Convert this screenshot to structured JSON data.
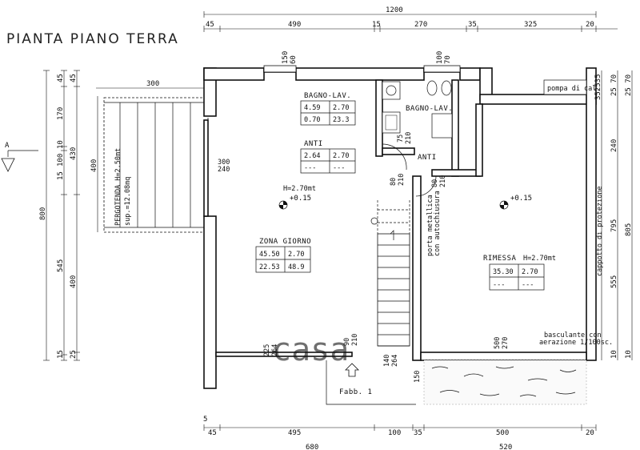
{
  "title": "PIANTA PIANO TERRA",
  "rooms": {
    "zona_giorno": {
      "name": "ZONA GIORNO",
      "cells": [
        "45.50",
        "2.70",
        "22.53",
        "48.9"
      ]
    },
    "bagno1": {
      "name": "BAGNO-LAV.",
      "cells": [
        "4.59",
        "2.70",
        "0.70",
        "23.3"
      ]
    },
    "anti1": {
      "name": "ANTI",
      "cells": [
        "2.64",
        "2.70",
        "---",
        "---"
      ]
    },
    "bagno2": {
      "name": "BAGNO-LAV."
    },
    "anti2": {
      "name": "ANTI"
    },
    "rimessa": {
      "name": "RIMESSA",
      "height": "H=2.70mt",
      "cells": [
        "35.30",
        "2.70",
        "---",
        "---"
      ]
    }
  },
  "notes": {
    "height_main": "H=2.70mt",
    "level_main": "+0.15",
    "level_rimessa": "+0.15",
    "pergotenda": "PERGOTENDA H=2.50mt",
    "pergotenda_sub": "sup.=12.08mq",
    "pompa": "pompa di cal.",
    "porta1": "porta metallica",
    "porta2": "con autochiusura",
    "basculante1": "basculante con",
    "basculante2": "aerazione 1/100sc.",
    "cappotto": "cappotto di protezione",
    "fabb": "Fabb. 1",
    "section": "A",
    "watermark": "casa"
  },
  "dims_top": {
    "total": "1200",
    "parts": [
      "45",
      "490",
      "15",
      "270",
      "35",
      "325",
      "20"
    ]
  },
  "dims_bottom": {
    "parts": [
      "5",
      "45",
      "495",
      "100",
      "35",
      "500",
      "20"
    ],
    "totals": [
      "680",
      "520"
    ]
  },
  "dims_left_outer": {
    "total": "800",
    "parts": [
      "45",
      "170",
      "10",
      "430",
      "545",
      "15"
    ]
  },
  "dims_left_inner": {
    "parts": [
      "45",
      "15",
      "100",
      "400",
      "25"
    ]
  },
  "dims_right": {
    "col1": [
      "352535",
      "25 70",
      "240",
      "555",
      "10"
    ],
    "col2": [
      "25 70",
      "795",
      "10"
    ],
    "col3": [
      "805"
    ]
  },
  "dims_inner": {
    "pergola_w": "300",
    "pergola_h": "400",
    "win_gz": [
      "300",
      "240"
    ],
    "win_top1": [
      "150",
      "60"
    ],
    "win_top2": [
      "100",
      "70"
    ],
    "door_b1": [
      "75",
      "210"
    ],
    "door_a1": [
      "80",
      "210"
    ],
    "door_a2": [
      "80",
      "210"
    ],
    "win_bot_gz": [
      "225",
      "264"
    ],
    "door_bot": [
      "90",
      "210"
    ],
    "door_bot2": [
      "140",
      "264"
    ],
    "bot_150": "150",
    "garage": [
      "500",
      "270"
    ]
  }
}
